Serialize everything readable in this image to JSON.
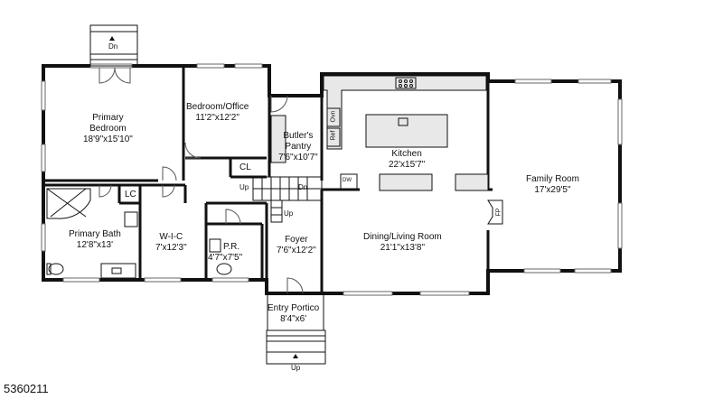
{
  "listing_id": "5360211",
  "rooms": {
    "primary_bedroom": {
      "name_line1": "Primary",
      "name_line2": "Bedroom",
      "dims": "18'9\"x15'10\""
    },
    "bedroom_office": {
      "name": "Bedroom/Office",
      "dims": "11'2\"x12'2\""
    },
    "butlers_pantry": {
      "name_line1": "Butler's",
      "name_line2": "Pantry",
      "dims": "7'6\"x10'7\""
    },
    "kitchen": {
      "name": "Kitchen",
      "dims": "22'x15'7\""
    },
    "family_room": {
      "name": "Family Room",
      "dims": "17'x29'5\""
    },
    "primary_bath": {
      "name": "Primary Bath",
      "dims": "12'8\"x13'"
    },
    "wic": {
      "name": "W-I-C",
      "dims": "7'x12'3\""
    },
    "pr": {
      "name": "P.R.",
      "dims": "4'7\"x7'5\""
    },
    "foyer": {
      "name": "Foyer",
      "dims": "7'6\"x12'2\""
    },
    "dining_living": {
      "name": "Dining/Living Room",
      "dims": "21'1\"x13'8\""
    },
    "entry_portico": {
      "name": "Entry Portico",
      "dims": "8'4\"x6'"
    }
  },
  "fixtures": {
    "closet": "CL",
    "linen_closet": "LC",
    "refrigerator": "Ref",
    "oven": "Ovn",
    "dishwasher": "DW",
    "fireplace": "FP"
  },
  "stairs": {
    "top_down": "Dn",
    "stair_up": "Up",
    "stair_down": "Dn",
    "stair_up_lower": "Up",
    "portico_up": "Up"
  },
  "colors": {
    "wall": "#111111",
    "counter_fill": "#e8e8e8",
    "background": "#ffffff"
  }
}
